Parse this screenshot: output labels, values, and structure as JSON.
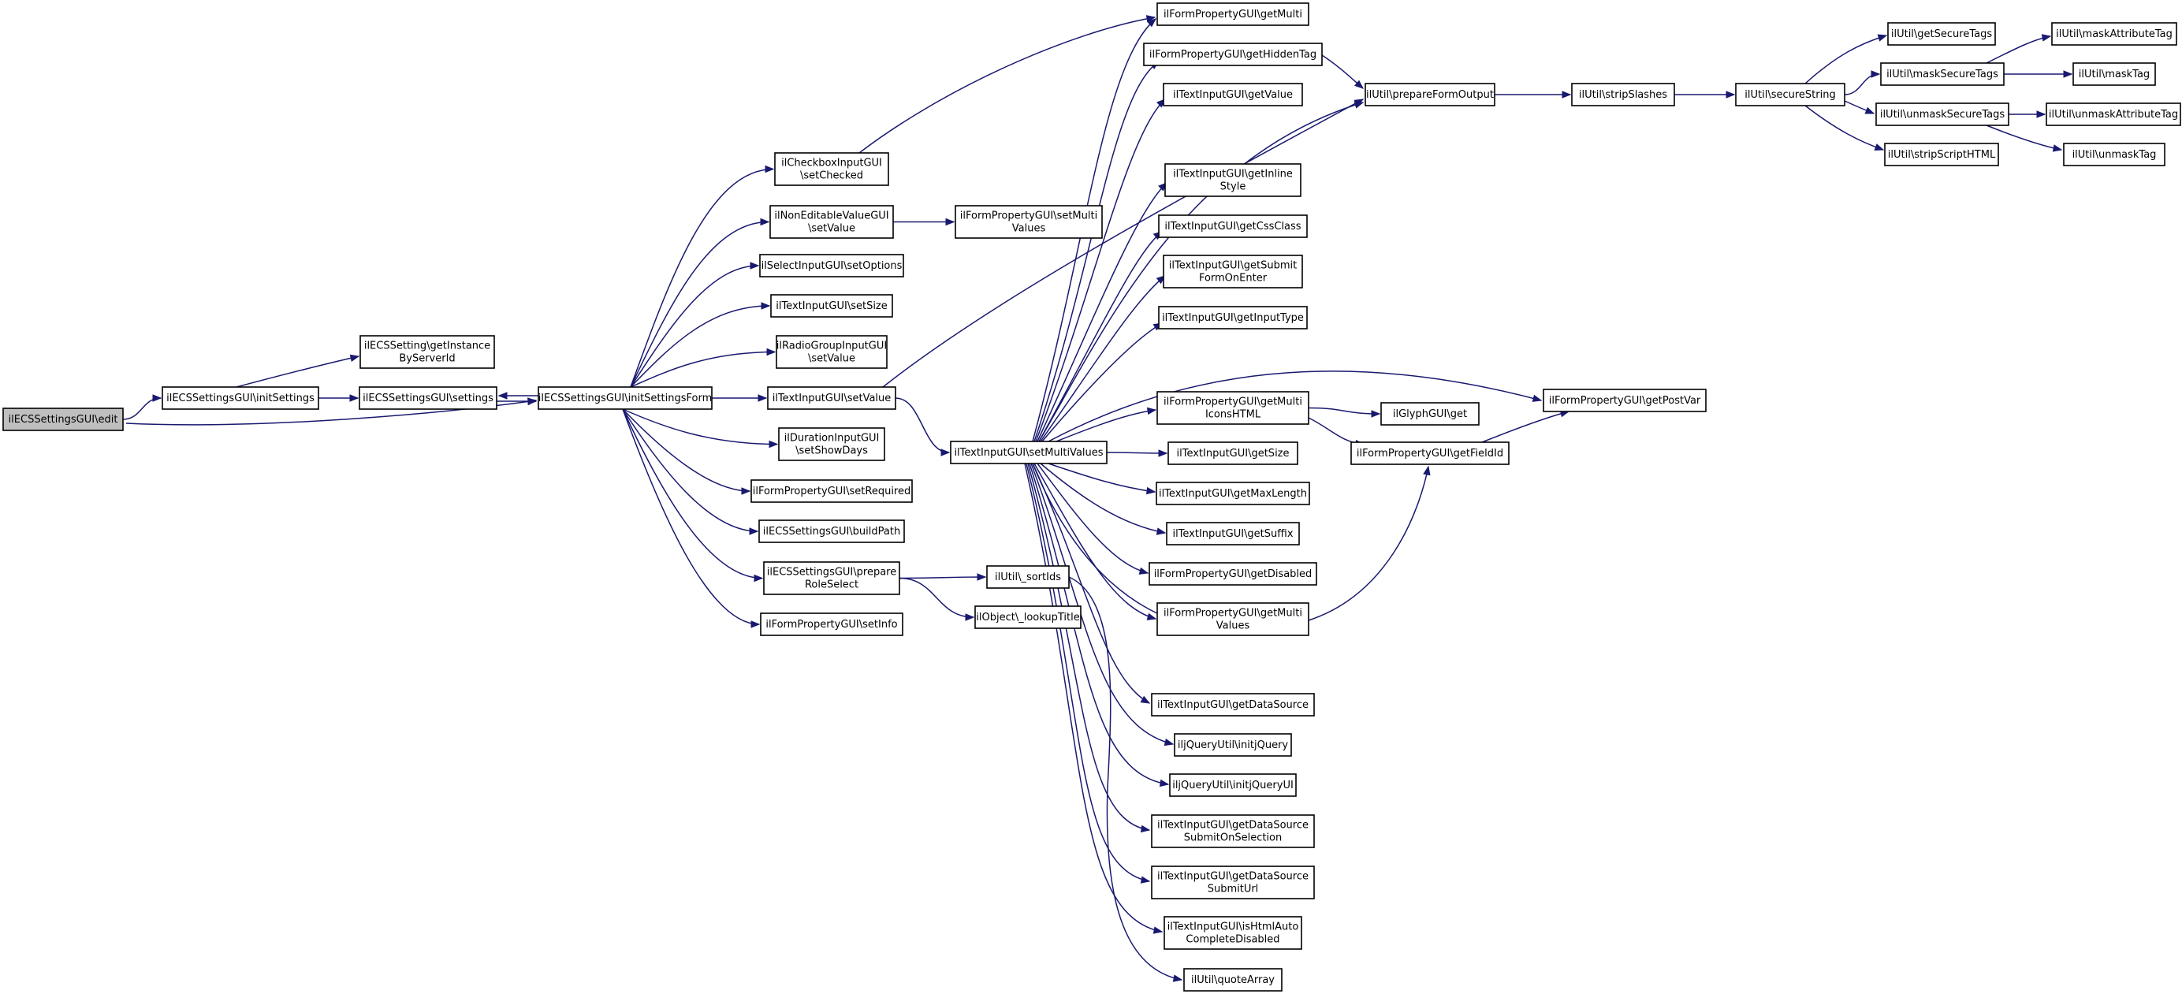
{
  "graph": {
    "colors": {
      "edge": "#191970",
      "node_border": "#000000",
      "root_fill": "#bfbfbf",
      "node_fill": "#ffffff"
    },
    "nodes": [
      {
        "id": "edit",
        "lines": [
          "ilECSSettingsGUI\\edit"
        ],
        "root": true
      },
      {
        "id": "initSettings",
        "lines": [
          "ilECSSettingsGUI\\initSettings"
        ]
      },
      {
        "id": "getInstance",
        "lines": [
          "ilECSSetting\\getInstance",
          "ByServerId"
        ]
      },
      {
        "id": "settings",
        "lines": [
          "ilECSSettingsGUI\\settings"
        ]
      },
      {
        "id": "initSettingsForm",
        "lines": [
          "ilECSSettingsGUI\\initSettingsForm"
        ]
      },
      {
        "id": "setChecked",
        "lines": [
          "ilCheckboxInputGUI",
          "\\setChecked"
        ]
      },
      {
        "id": "neSetValue",
        "lines": [
          "ilNonEditableValueGUI",
          "\\setValue"
        ]
      },
      {
        "id": "setOptions",
        "lines": [
          "ilSelectInputGUI\\setOptions"
        ]
      },
      {
        "id": "setSize",
        "lines": [
          "ilTextInputGUI\\setSize"
        ]
      },
      {
        "id": "rgSetValue",
        "lines": [
          "ilRadioGroupInputGUI",
          "\\setValue"
        ]
      },
      {
        "id": "tiSetValue",
        "lines": [
          "ilTextInputGUI\\setValue"
        ]
      },
      {
        "id": "setShowDays",
        "lines": [
          "ilDurationInputGUI",
          "\\setShowDays"
        ]
      },
      {
        "id": "setRequired",
        "lines": [
          "ilFormPropertyGUI\\setRequired"
        ]
      },
      {
        "id": "buildPath",
        "lines": [
          "ilECSSettingsGUI\\buildPath"
        ]
      },
      {
        "id": "prepareRole",
        "lines": [
          "ilECSSettingsGUI\\prepare",
          "RoleSelect"
        ]
      },
      {
        "id": "setInfo",
        "lines": [
          "ilFormPropertyGUI\\setInfo"
        ]
      },
      {
        "id": "setMultiValuesF",
        "lines": [
          "ilFormPropertyGUI\\setMulti",
          "Values"
        ]
      },
      {
        "id": "setMultiValues",
        "lines": [
          "ilTextInputGUI\\setMultiValues"
        ]
      },
      {
        "id": "sortIds",
        "lines": [
          "ilUtil\\_sortIds"
        ]
      },
      {
        "id": "lookupTitle",
        "lines": [
          "ilObject\\_lookupTitle"
        ]
      },
      {
        "id": "getMulti",
        "lines": [
          "ilFormPropertyGUI\\getMulti"
        ]
      },
      {
        "id": "getHiddenTag",
        "lines": [
          "ilFormPropertyGUI\\getHiddenTag"
        ]
      },
      {
        "id": "getValue",
        "lines": [
          "ilTextInputGUI\\getValue"
        ]
      },
      {
        "id": "getInlineStyle",
        "lines": [
          "ilTextInputGUI\\getInline",
          "Style"
        ]
      },
      {
        "id": "getCssClass",
        "lines": [
          "ilTextInputGUI\\getCssClass"
        ]
      },
      {
        "id": "getSubmit",
        "lines": [
          "ilTextInputGUI\\getSubmit",
          "FormOnEnter"
        ]
      },
      {
        "id": "getInputType",
        "lines": [
          "ilTextInputGUI\\getInputType"
        ]
      },
      {
        "id": "getMultiIcons",
        "lines": [
          "ilFormPropertyGUI\\getMulti",
          "IconsHTML"
        ]
      },
      {
        "id": "getSize",
        "lines": [
          "ilTextInputGUI\\getSize"
        ]
      },
      {
        "id": "getMaxLength",
        "lines": [
          "ilTextInputGUI\\getMaxLength"
        ]
      },
      {
        "id": "getSuffix",
        "lines": [
          "ilTextInputGUI\\getSuffix"
        ]
      },
      {
        "id": "getDisabled",
        "lines": [
          "ilFormPropertyGUI\\getDisabled"
        ]
      },
      {
        "id": "getMultiValues",
        "lines": [
          "ilFormPropertyGUI\\getMulti",
          "Values"
        ]
      },
      {
        "id": "getDataSource",
        "lines": [
          "ilTextInputGUI\\getDataSource"
        ]
      },
      {
        "id": "initjQuery",
        "lines": [
          "iljQueryUtil\\initjQuery"
        ]
      },
      {
        "id": "initjQueryUI",
        "lines": [
          "iljQueryUtil\\initjQueryUI"
        ]
      },
      {
        "id": "getDSSubmitSel",
        "lines": [
          "ilTextInputGUI\\getDataSource",
          "SubmitOnSelection"
        ]
      },
      {
        "id": "getDSSubmitUrl",
        "lines": [
          "ilTextInputGUI\\getDataSource",
          "SubmitUrl"
        ]
      },
      {
        "id": "isHtmlAuto",
        "lines": [
          "ilTextInputGUI\\isHtmlAuto",
          "CompleteDisabled"
        ]
      },
      {
        "id": "quoteArray",
        "lines": [
          "ilUtil\\quoteArray"
        ]
      },
      {
        "id": "prepareFormOutput",
        "lines": [
          "ilUtil\\prepareFormOutput"
        ]
      },
      {
        "id": "glyphGet",
        "lines": [
          "ilGlyphGUI\\get"
        ]
      },
      {
        "id": "getFieldId",
        "lines": [
          "ilFormPropertyGUI\\getFieldId"
        ]
      },
      {
        "id": "getPostVar",
        "lines": [
          "ilFormPropertyGUI\\getPostVar"
        ]
      },
      {
        "id": "stripSlashes",
        "lines": [
          "ilUtil\\stripSlashes"
        ]
      },
      {
        "id": "secureString",
        "lines": [
          "ilUtil\\secureString"
        ]
      },
      {
        "id": "getSecureTags",
        "lines": [
          "ilUtil\\getSecureTags"
        ]
      },
      {
        "id": "maskSecureTags",
        "lines": [
          "ilUtil\\maskSecureTags"
        ]
      },
      {
        "id": "unmaskSecureTags",
        "lines": [
          "ilUtil\\unmaskSecureTags"
        ]
      },
      {
        "id": "stripScriptHTML",
        "lines": [
          "ilUtil\\stripScriptHTML"
        ]
      },
      {
        "id": "maskAttributeTag",
        "lines": [
          "ilUtil\\maskAttributeTag"
        ]
      },
      {
        "id": "maskTag",
        "lines": [
          "ilUtil\\maskTag"
        ]
      },
      {
        "id": "unmaskAttributeTag",
        "lines": [
          "ilUtil\\unmaskAttributeTag"
        ]
      },
      {
        "id": "unmaskTag",
        "lines": [
          "ilUtil\\unmaskTag"
        ]
      }
    ],
    "edges": [
      [
        "edit",
        "initSettings"
      ],
      [
        "edit",
        "initSettingsForm"
      ],
      [
        "initSettings",
        "getInstance"
      ],
      [
        "initSettings",
        "settings"
      ],
      [
        "settings",
        "initSettingsForm"
      ],
      [
        "initSettingsForm",
        "settings"
      ],
      [
        "initSettingsForm",
        "setChecked"
      ],
      [
        "initSettingsForm",
        "neSetValue"
      ],
      [
        "initSettingsForm",
        "setOptions"
      ],
      [
        "initSettingsForm",
        "setSize"
      ],
      [
        "initSettingsForm",
        "rgSetValue"
      ],
      [
        "initSettingsForm",
        "tiSetValue"
      ],
      [
        "initSettingsForm",
        "setShowDays"
      ],
      [
        "initSettingsForm",
        "setRequired"
      ],
      [
        "initSettingsForm",
        "buildPath"
      ],
      [
        "initSettingsForm",
        "prepareRole"
      ],
      [
        "initSettingsForm",
        "setInfo"
      ],
      [
        "setChecked",
        "getMulti"
      ],
      [
        "neSetValue",
        "setMultiValuesF"
      ],
      [
        "tiSetValue",
        "prepareFormOutput"
      ],
      [
        "tiSetValue",
        "setMultiValues"
      ],
      [
        "prepareRole",
        "sortIds"
      ],
      [
        "prepareRole",
        "lookupTitle"
      ],
      [
        "sortIds",
        "quoteArray"
      ],
      [
        "setMultiValues",
        "getMulti"
      ],
      [
        "setMultiValues",
        "getHiddenTag"
      ],
      [
        "setMultiValues",
        "getValue"
      ],
      [
        "setMultiValues",
        "getInlineStyle"
      ],
      [
        "setMultiValues",
        "getCssClass"
      ],
      [
        "setMultiValues",
        "getSubmit"
      ],
      [
        "setMultiValues",
        "getInputType"
      ],
      [
        "setMultiValues",
        "getMultiIcons"
      ],
      [
        "setMultiValues",
        "getSize"
      ],
      [
        "setMultiValues",
        "getMaxLength"
      ],
      [
        "setMultiValues",
        "getSuffix"
      ],
      [
        "setMultiValues",
        "getDisabled"
      ],
      [
        "setMultiValues",
        "getMultiValues"
      ],
      [
        "setMultiValues",
        "getDataSource"
      ],
      [
        "setMultiValues",
        "initjQuery"
      ],
      [
        "setMultiValues",
        "initjQueryUI"
      ],
      [
        "setMultiValues",
        "getDSSubmitSel"
      ],
      [
        "setMultiValues",
        "getDSSubmitUrl"
      ],
      [
        "setMultiValues",
        "isHtmlAuto"
      ],
      [
        "setMultiValues",
        "getPostVar"
      ],
      [
        "setMultiValues",
        "getFieldId"
      ],
      [
        "setMultiValues",
        "prepareFormOutput"
      ],
      [
        "getHiddenTag",
        "prepareFormOutput"
      ],
      [
        "getMultiIcons",
        "glyphGet"
      ],
      [
        "getMultiIcons",
        "getFieldId"
      ],
      [
        "getFieldId",
        "getPostVar"
      ],
      [
        "prepareFormOutput",
        "stripSlashes"
      ],
      [
        "stripSlashes",
        "secureString"
      ],
      [
        "secureString",
        "getSecureTags"
      ],
      [
        "secureString",
        "maskSecureTags"
      ],
      [
        "secureString",
        "unmaskSecureTags"
      ],
      [
        "secureString",
        "stripScriptHTML"
      ],
      [
        "maskSecureTags",
        "maskAttributeTag"
      ],
      [
        "maskSecureTags",
        "maskTag"
      ],
      [
        "unmaskSecureTags",
        "unmaskAttributeTag"
      ],
      [
        "unmaskSecureTags",
        "unmaskTag"
      ]
    ]
  }
}
